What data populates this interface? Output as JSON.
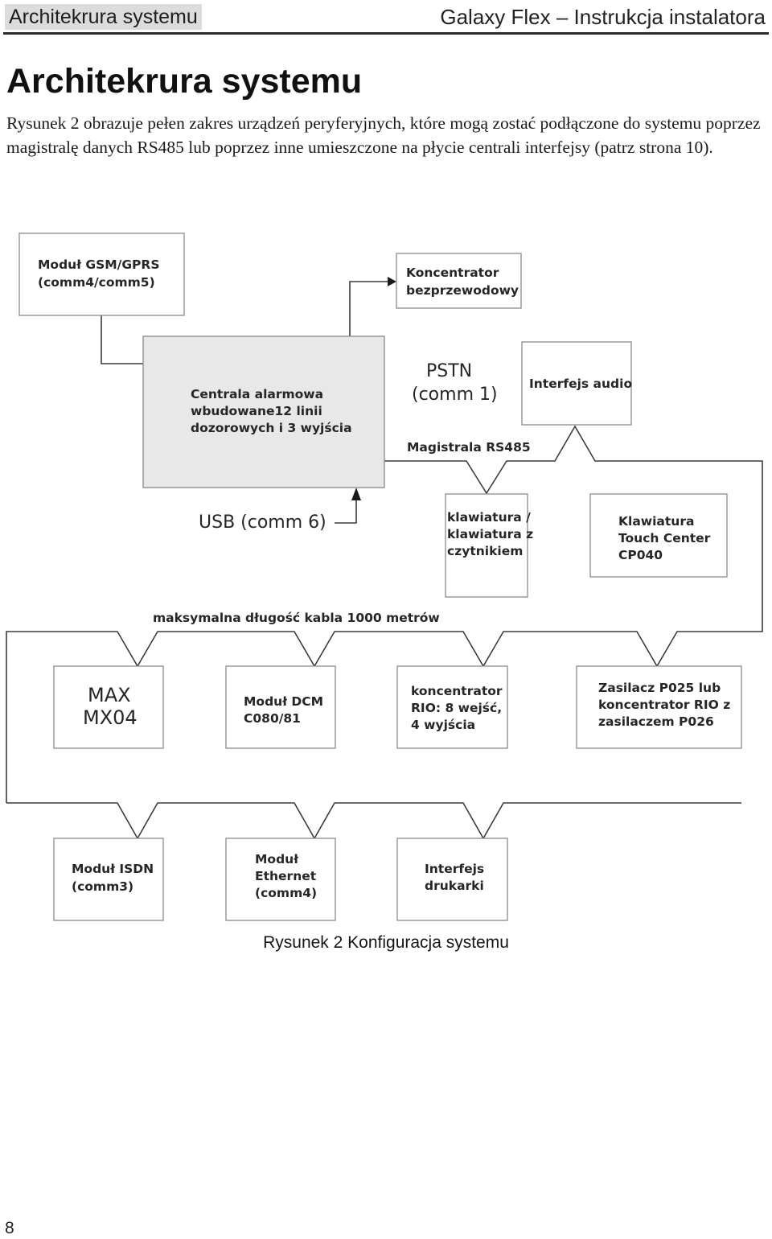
{
  "header": {
    "section": "Architekrura systemu",
    "doc_title": "Galaxy Flex – Instrukcja instalatora"
  },
  "heading": "Architekrura systemu",
  "paragraph": "Rysunek 2 obrazuje pełen zakres urządzeń peryferyjnych, które mogą zostać podłączone do systemu poprzez magistralę danych RS485 lub poprzez inne umieszczone na płycie centrali interfejsy (patrz strona 10).",
  "diagram": {
    "gsm": [
      "Moduł GSM/GPRS",
      "(comm4/comm5)"
    ],
    "wireless": [
      "Koncentrator",
      "bezprzewodowy"
    ],
    "panel": [
      "Centrala alarmowa",
      "wbudowane12 linii",
      "dozorowych i 3 wyjścia"
    ],
    "pstn": [
      "PSTN",
      "(comm 1)"
    ],
    "audio": [
      "Interfejs audio"
    ],
    "rs485": "Magistrala RS485",
    "usb": "USB (comm 6)",
    "keypad": [
      "klawiatura /",
      "klawiatura z",
      "czytnikiem"
    ],
    "touch": [
      "Klawiatura",
      "Touch Center",
      "CP040"
    ],
    "cable": "maksymalna długość kabla 1000 metrów",
    "max": [
      "MAX",
      "MX04"
    ],
    "dcm": [
      "Moduł DCM",
      "C080/81"
    ],
    "rio": [
      "koncentrator",
      "RIO: 8 wejść,",
      "4 wyjścia"
    ],
    "psu": [
      "Zasilacz P025 lub",
      "koncentrator RIO z",
      "zasilaczem P026"
    ],
    "isdn": [
      "Moduł ISDN",
      "(comm3)"
    ],
    "ethernet": [
      "Moduł",
      "Ethernet",
      "(comm4)"
    ],
    "printer": [
      "Interfejs",
      "drukarki"
    ]
  },
  "caption": "Rysunek 2 Konfiguracja systemu",
  "page_number": "8"
}
